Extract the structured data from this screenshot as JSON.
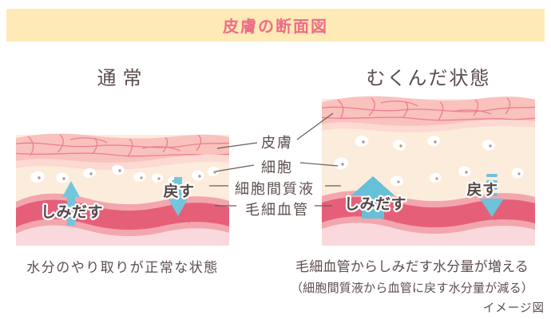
{
  "header": {
    "title": "皮膚の断面図"
  },
  "panels": {
    "left": {
      "title": "通常",
      "caption": "水分のやり取りが正常な状態",
      "arrow_out_label": "しみだす",
      "arrow_return_label": "戻す"
    },
    "right": {
      "title": "むくんだ状態",
      "caption_line1": "毛細血管からしみだす水分量が増える",
      "caption_line2": "（細胞間質液から血管に戻す水分量が減る）",
      "arrow_out_label": "しみだす",
      "arrow_return_label": "戻す"
    }
  },
  "anatomy_labels": {
    "skin": "皮膚",
    "cell": "細胞",
    "interstitial_fluid": "細胞間質液",
    "capillary": "毛細血管"
  },
  "footer": {
    "note": "イメージ図"
  },
  "colors": {
    "header_bg": "#fdeab7",
    "header_text": "#ef6d86",
    "body_text": "#5d4e4e",
    "skin_fill": "#f9c2bc",
    "skin_line": "#ec7d92",
    "skin_under_strip": "#fcd9d2",
    "tissue": "#fcecdb",
    "cell_fill": "#ffffff",
    "cell_dot": "#a39c9c",
    "capillary_outer": "#f3a6ae",
    "capillary_inner": "#e65f78",
    "below_capillary": "#fad9dc",
    "arrow_blue": "#6cc3da",
    "connector_line": "#6b5b5b"
  }
}
